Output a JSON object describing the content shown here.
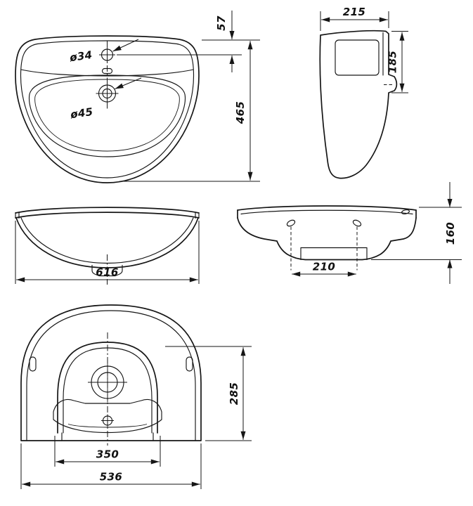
{
  "drawing": {
    "line_color": "#161616",
    "background_color": "#ffffff",
    "dimensions": {
      "top_view": {
        "faucet_hole_diameter": "ø34",
        "drain_hole_diameter": "ø45",
        "faucet_hole_offset": "57",
        "overall_depth": "465"
      },
      "side_view": {
        "overall_depth": "215",
        "back_height": "185"
      },
      "front_view": {
        "overall_width": "616"
      },
      "back_view": {
        "bolt_hole_spacing": "210",
        "apron_height": "160"
      },
      "bottom_view": {
        "underside_height": "285",
        "shroud_width": "350",
        "overall_width": "536"
      }
    }
  }
}
